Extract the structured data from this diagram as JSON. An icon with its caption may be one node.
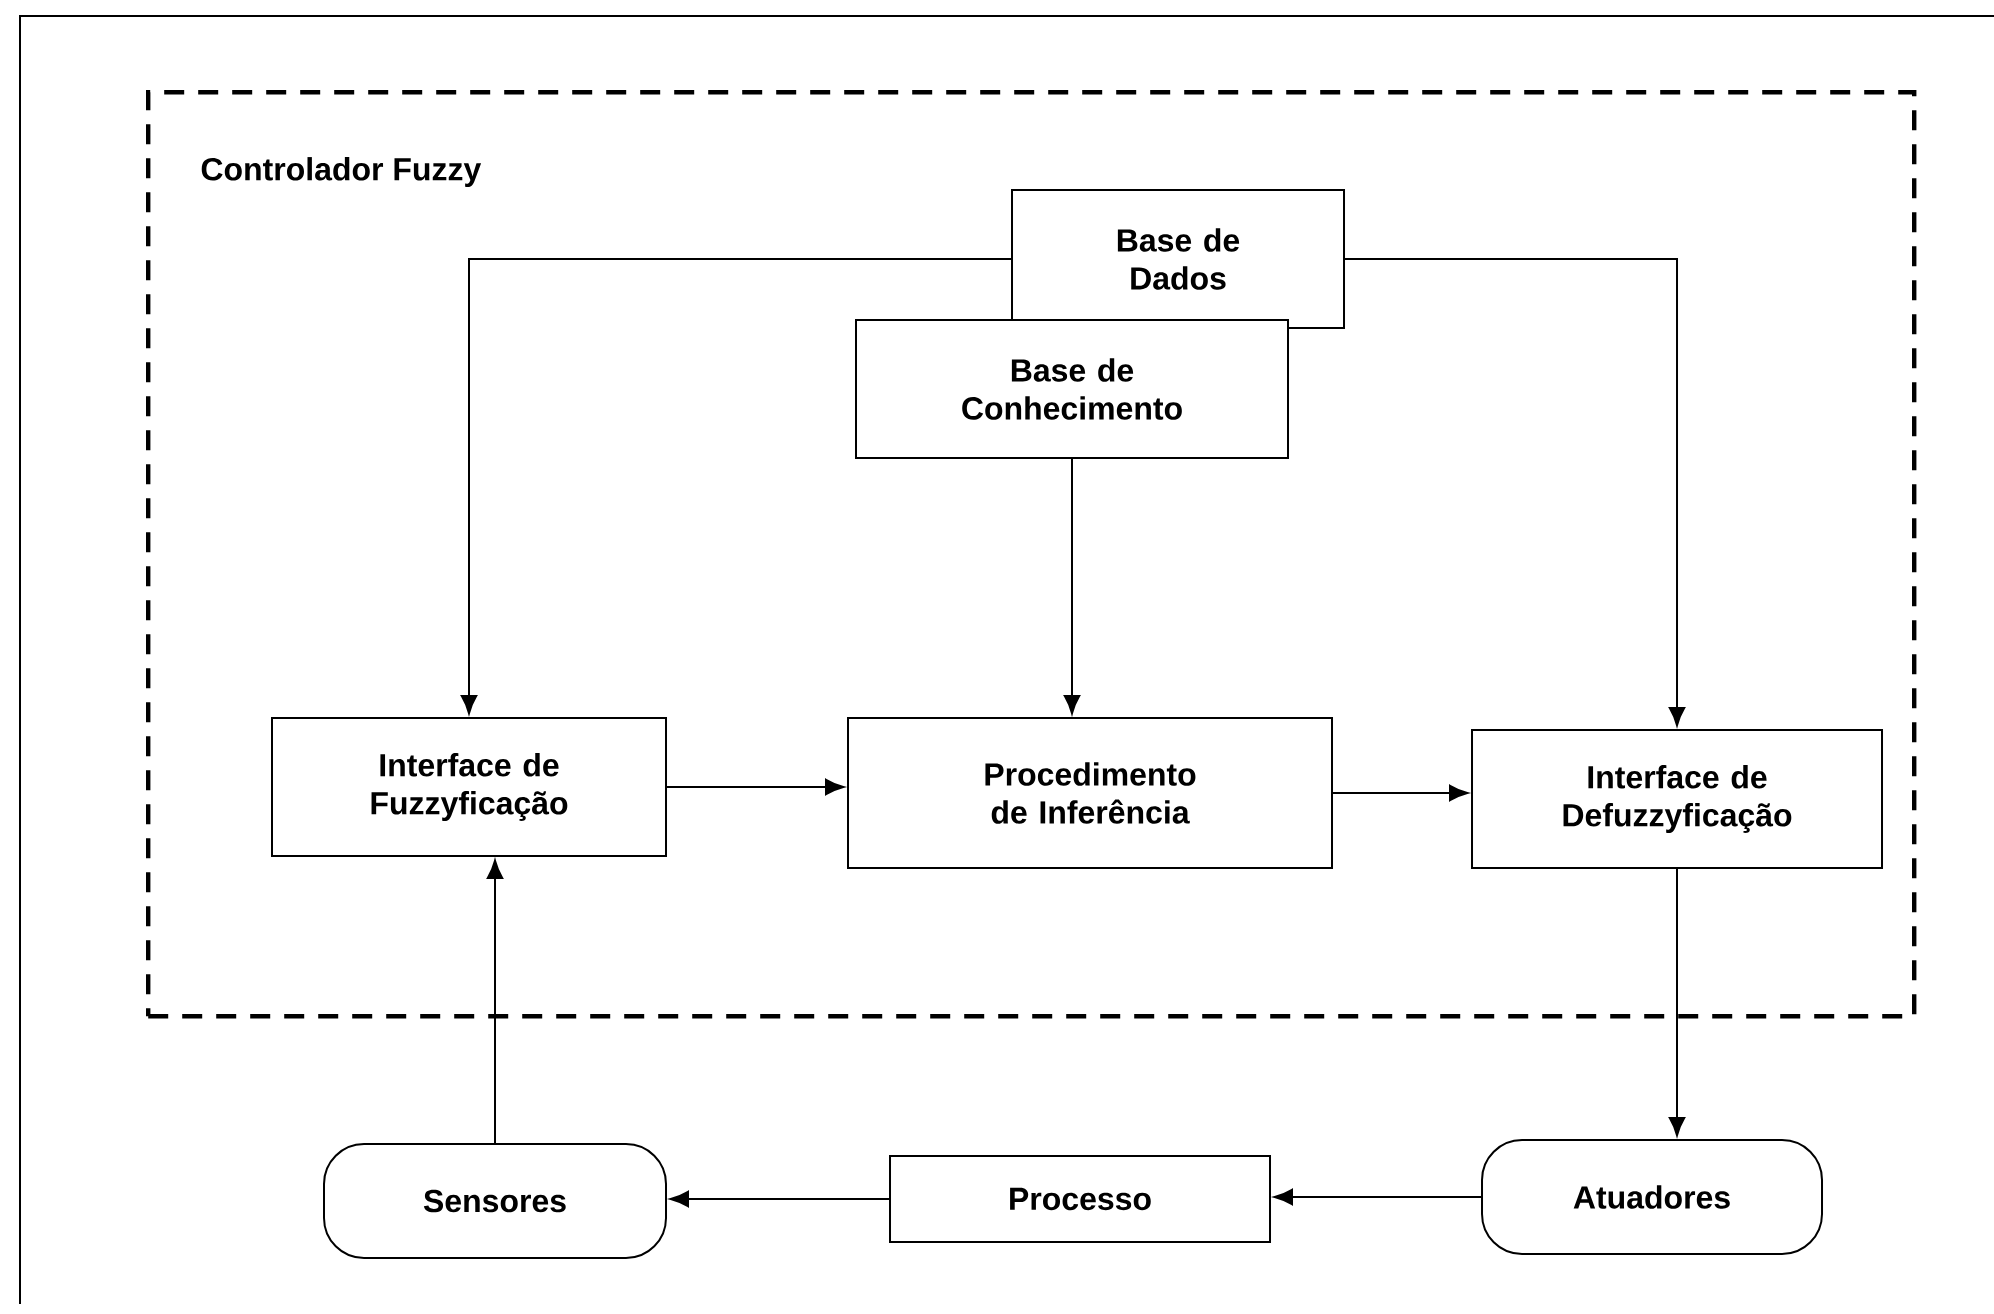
{
  "diagram": {
    "nodes": [
      {
        "text": [
          "Controlador Fuzzy"
        ]
      },
      {
        "text": [
          "Base de Dados"
        ],
        "in": 0
      },
      {
        "text": [
          "Base de Conhecimento"
        ],
        "in": 0
      },
      {
        "text": [
          "Interface de Fuzzyficação"
        ],
        "in": 0
      },
      {
        "text": [
          "Procedimento de Inferência"
        ],
        "in": 0
      },
      {
        "text": [
          "Interface de Defuzzyficação"
        ],
        "in": 0
      },
      {
        "text": [
          "Sensores"
        ]
      },
      {
        "text": [
          "Processo"
        ]
      },
      {
        "text": [
          "Atuadores"
        ]
      }
    ],
    "edges": [
      {
        "from": 1,
        "to": 3,
        "arrow": "to"
      },
      {
        "from": 1,
        "to": 5,
        "arrow": "to"
      },
      {
        "from": 2,
        "to": 4,
        "arrow": "to"
      },
      {
        "from": 3,
        "to": 4,
        "arrow": "to"
      },
      {
        "from": 4,
        "to": 5,
        "arrow": "to"
      },
      {
        "from": 5,
        "to": 8,
        "arrow": "to"
      },
      {
        "from": 8,
        "to": 7,
        "arrow": "to"
      },
      {
        "from": 7,
        "to": 6,
        "arrow": "to"
      },
      {
        "from": 6,
        "to": 3,
        "arrow": "to"
      }
    ]
  }
}
